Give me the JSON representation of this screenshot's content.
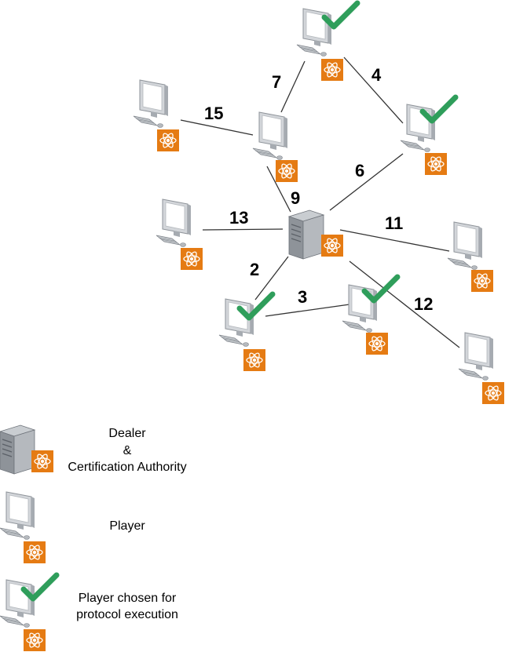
{
  "colors": {
    "edge": "#333333",
    "badge": "#e57b13",
    "badge_symbol": "#ffffff",
    "check": "#2f9e5b",
    "monitor_frame": "#cfd2d6",
    "monitor_screen": "#ffffff",
    "server_body": "#8e9399"
  },
  "icons": {
    "player": "player-computer-icon",
    "dealer": "dealer-server-icon",
    "badge": "atom-badge-icon",
    "chosen": "checkmark-icon"
  },
  "nodes": [
    {
      "id": "top",
      "kind": "player",
      "chosen": true
    },
    {
      "id": "mid-left",
      "kind": "player",
      "chosen": false
    },
    {
      "id": "far-left",
      "kind": "player",
      "chosen": false
    },
    {
      "id": "right-top",
      "kind": "player",
      "chosen": true
    },
    {
      "id": "left-mid",
      "kind": "player",
      "chosen": false
    },
    {
      "id": "dealer",
      "kind": "dealer",
      "chosen": false
    },
    {
      "id": "right-mid",
      "kind": "player",
      "chosen": false
    },
    {
      "id": "bottom-left",
      "kind": "player",
      "chosen": true
    },
    {
      "id": "bottom-mid",
      "kind": "player",
      "chosen": true
    },
    {
      "id": "bottom-right",
      "kind": "player",
      "chosen": false
    }
  ],
  "edges": [
    {
      "from": "top",
      "to": "mid-left",
      "label": "7"
    },
    {
      "from": "top",
      "to": "right-top",
      "label": "4"
    },
    {
      "from": "far-left",
      "to": "mid-left",
      "label": "15"
    },
    {
      "from": "mid-left",
      "to": "dealer",
      "label": "9"
    },
    {
      "from": "right-top",
      "to": "dealer",
      "label": "6"
    },
    {
      "from": "left-mid",
      "to": "dealer",
      "label": "13"
    },
    {
      "from": "dealer",
      "to": "right-mid",
      "label": "11"
    },
    {
      "from": "dealer",
      "to": "bottom-left",
      "label": "2"
    },
    {
      "from": "bottom-left",
      "to": "bottom-mid",
      "label": "3"
    },
    {
      "from": "dealer",
      "to": "bottom-right",
      "label": "12"
    }
  ],
  "legend": {
    "dealer": {
      "line1": "Dealer",
      "line2": "&",
      "line3": "Certification Authority"
    },
    "player": {
      "line1": "Player"
    },
    "chosen": {
      "line1": "Player chosen for",
      "line2": "protocol execution"
    }
  }
}
